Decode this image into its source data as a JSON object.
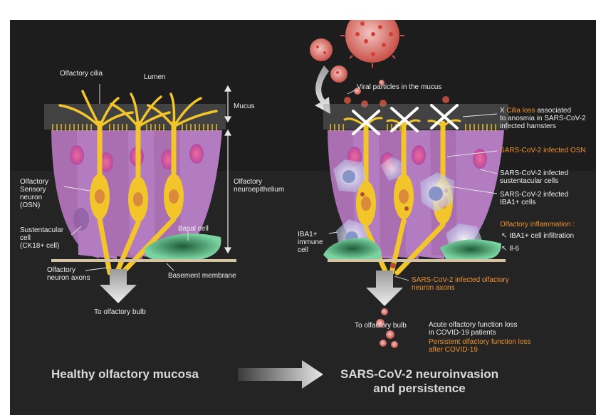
{
  "colors": {
    "background": "#1d1d1d",
    "accent": "#f0932f",
    "text": "#eeeeee",
    "neuron": "#f2c52b",
    "sustentacular": "#a96fb0",
    "basal": "#3f9a66"
  },
  "left_panel": {
    "lumen": "Lumen",
    "olfactory_cilia": "Olfactory cilia",
    "mucus": "Mucus",
    "osn": "Olfactory\nSensory\nneuron\n(OSN)",
    "neuroepithelium": "Olfactory\nneuroepithelium",
    "sustentacular": "Sustentacular\ncell\n(CK18+ cell)",
    "basal_cell": "Basal cell",
    "axons": "Olfactory\nneuron axons",
    "basement_membrane": "Basement membrane",
    "to_bulb": "To olfactory bulb"
  },
  "right_panel": {
    "viral_particles": "Viral particles in the mucus",
    "cilia_loss_prefix": "X ",
    "cilia_loss_hl": "Cilia loss",
    "cilia_loss_rest": " associated\nto anosmia in SARS-CoV-2\ninfected hamsters",
    "infected_osn": "SARS-CoV-2 infected OSN",
    "infected_sustentacular": "SARS-CoV-2 infected\nsustentacular cells",
    "infected_iba1": "SARS-CoV-2 infected\nIBA1+ cells",
    "inflammation_title": "Olfactory inflammation :",
    "inflammation_item_1": "IBA1+ cell infiltration",
    "inflammation_item_2": "Il-6",
    "iba1_immune": "IBA1+\nimmune\ncell",
    "infected_axons": "SARS-CoV-2 infected olfactory\nneuron axons",
    "to_bulb": "To olfactory bulb",
    "acute_loss": "Acute olfactory function loss\nin COVID-19 patients",
    "persistent_loss": "Persistent olfactory function loss\nafter COVID-19"
  },
  "bottom": {
    "healthy": "Healthy olfactory mucosa",
    "invasion": "SARS-CoV-2 neuroinvasion\nand persistence"
  }
}
